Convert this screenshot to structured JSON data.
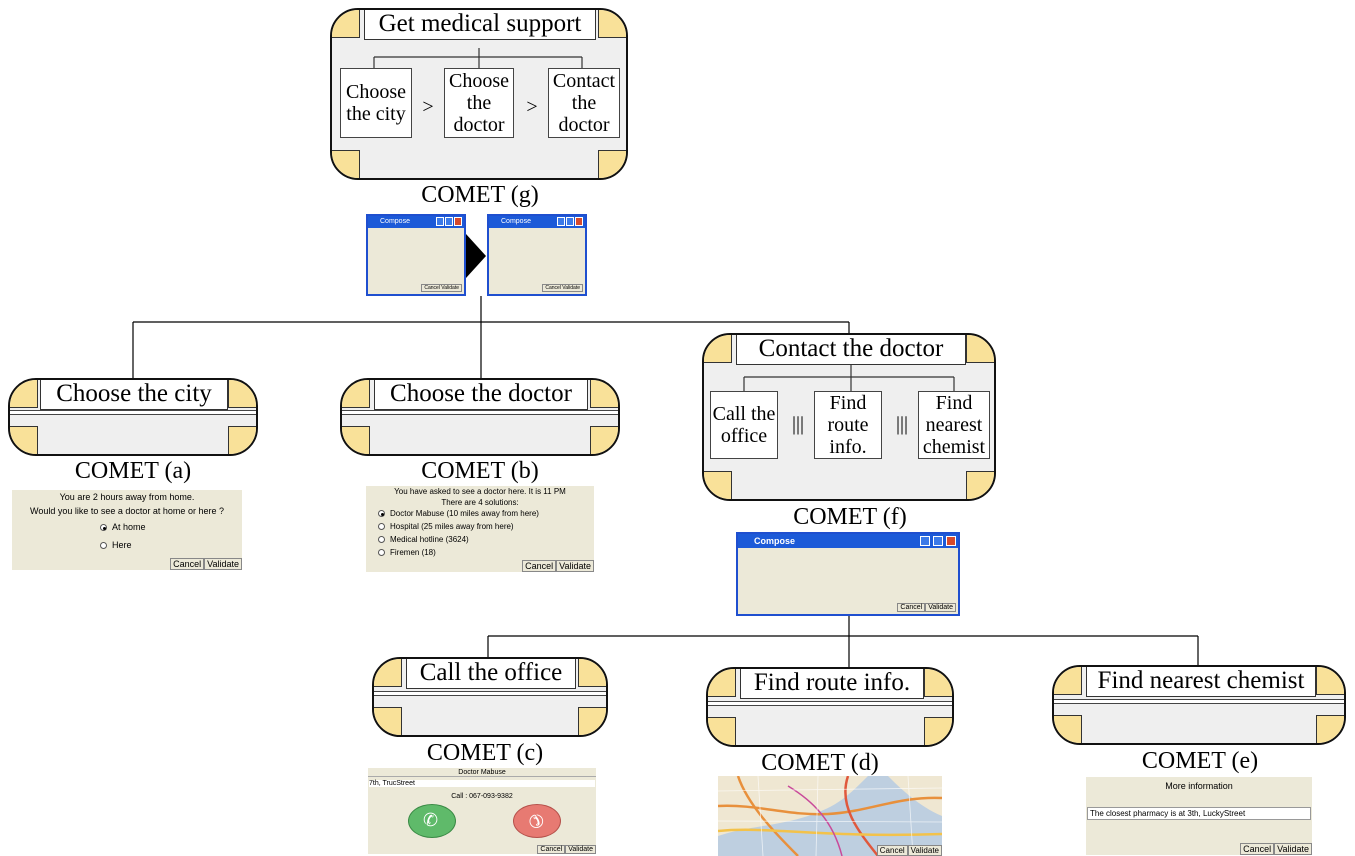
{
  "comets": {
    "g": {
      "title": "Get medical support",
      "label": "COMET (g)",
      "tasks": [
        "Choose the city",
        "Choose the doctor",
        "Contact the doctor"
      ],
      "operators": [
        ">",
        ">"
      ]
    },
    "a": {
      "title": "Choose the city",
      "label": "COMET (a)"
    },
    "b": {
      "title": "Choose the doctor",
      "label": "COMET (b)"
    },
    "f": {
      "title": "Contact the doctor",
      "label": "COMET (f)",
      "tasks": [
        "Call the office",
        "Find route info.",
        "Find nearest chemist"
      ],
      "operators": [
        "|||",
        "|||"
      ]
    },
    "c": {
      "title": "Call the office",
      "label": "COMET (c)"
    },
    "d": {
      "title": "Find route info.",
      "label": "COMET (d)"
    },
    "e": {
      "title": "Find nearest chemist",
      "label": "COMET (e)"
    }
  },
  "screens": {
    "g_windows": {
      "title1": "Compose",
      "title2": "Compose",
      "buttons": "Cancel Validate"
    },
    "a": {
      "line1": "You are 2 hours away from home.",
      "line2": "Would you like to see a doctor at home or here ?",
      "options": [
        "At home",
        "Here"
      ],
      "selected": 0,
      "cancel": "Cancel",
      "validate": "Validate"
    },
    "b": {
      "line1": "You have asked to see a doctor here. It is 11 PM",
      "line2": "There are 4 solutions:",
      "options": [
        "Doctor Mabuse (10 miles away from here)",
        "Hospital (25 miles away from here)",
        "Medical hotline (3624)",
        "Firemen (18)"
      ],
      "selected": 0,
      "cancel": "Cancel",
      "validate": "Validate"
    },
    "f_window": {
      "title": "Compose",
      "cancel": "Cancel",
      "validate": "Validate"
    },
    "c": {
      "name": "Doctor Mabuse",
      "address": "7th, TrucStreet",
      "call": "Call : 067-093-9382",
      "cancel": "Cancel",
      "validate": "Validate"
    },
    "d": {
      "cancel": "Cancel",
      "validate": "Validate"
    },
    "e": {
      "header": "More information",
      "message": "The closest pharmacy is at 3th, LuckyStreet",
      "cancel": "Cancel",
      "validate": "Validate"
    }
  },
  "colors": {
    "corner": "#f9e199",
    "comet_bg": "#efefef",
    "xp_title": "#1c5ad8",
    "xp_bg": "#ece9d8",
    "call_green": "#5fba6a",
    "hangup_red": "#e77a72"
  }
}
